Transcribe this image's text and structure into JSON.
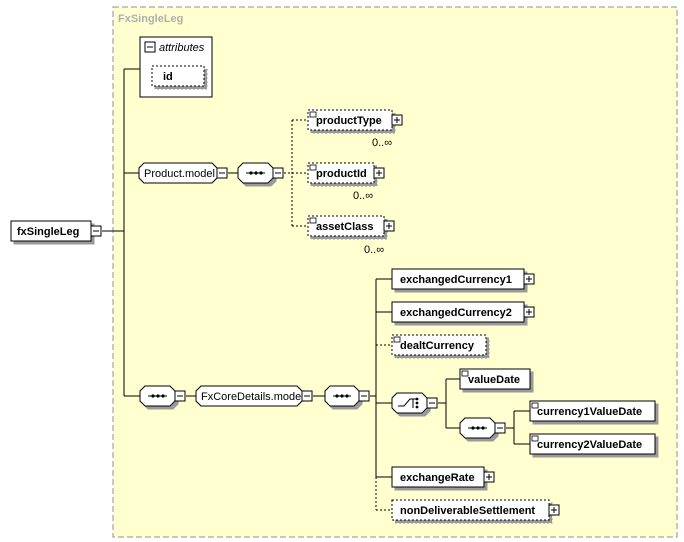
{
  "frame": {
    "title": "FxSingleLeg"
  },
  "root": {
    "label": "fxSingleLeg"
  },
  "attributes": {
    "title": "attributes",
    "items": [
      "id"
    ]
  },
  "product_model": {
    "label": "Product.model",
    "children": [
      {
        "label": "productType",
        "occurrence": "0..∞"
      },
      {
        "label": "productId",
        "occurrence": "0..∞"
      },
      {
        "label": "assetClass",
        "occurrence": "0..∞"
      }
    ]
  },
  "fxcore_model": {
    "label": "FxCoreDetails.model",
    "children": {
      "exchangedCurrency1": "exchangedCurrency1",
      "exchangedCurrency2": "exchangedCurrency2",
      "dealtCurrency": "dealtCurrency",
      "valueDate": "valueDate",
      "currency1ValueDate": "currency1ValueDate",
      "currency2ValueDate": "currency2ValueDate",
      "exchangeRate": "exchangeRate",
      "nonDeliverableSettlement": "nonDeliverableSettlement"
    }
  },
  "colors": {
    "frame_fill": "#ffffd0",
    "frame_border": "#909090",
    "box_fill": "#ffffff",
    "line": "#000000"
  }
}
